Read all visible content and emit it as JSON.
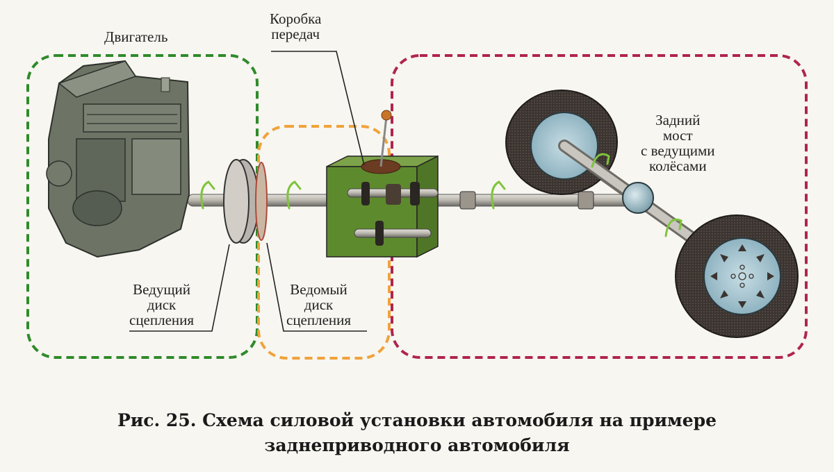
{
  "labels": {
    "engine": "Двигатель",
    "gearbox": [
      "Коробка",
      "передач"
    ],
    "rear_axle": [
      "Задний",
      "мост",
      "с ведущими",
      "колёсами"
    ],
    "driving_disc": [
      "Ведущий",
      "диск",
      "сцепления"
    ],
    "driven_disc": [
      "Ведомый",
      "диск",
      "сцепления"
    ]
  },
  "caption": {
    "line1": "Рис. 25. Схема силовой установки автомобиля на примере",
    "line2": "заднеприводного автомобиля"
  },
  "colors": {
    "engine_zone": "#2f8a2a",
    "clutch_zone": "#f0a23a",
    "rear_zone": "#b0244e",
    "gearbox_body": "#5e8a2e",
    "rotation_arrow": "#8fcf3a",
    "shaft": "#b9b6ae",
    "tyre": "#3b3430",
    "hub": "#a9cad6"
  },
  "icons": {
    "engine": "engine-illustration",
    "clutch": "clutch-disc-illustration",
    "gearbox": "gearbox-illustration",
    "wheel": "wheel-illustration",
    "rotation": "rotation-arrow-icon"
  }
}
